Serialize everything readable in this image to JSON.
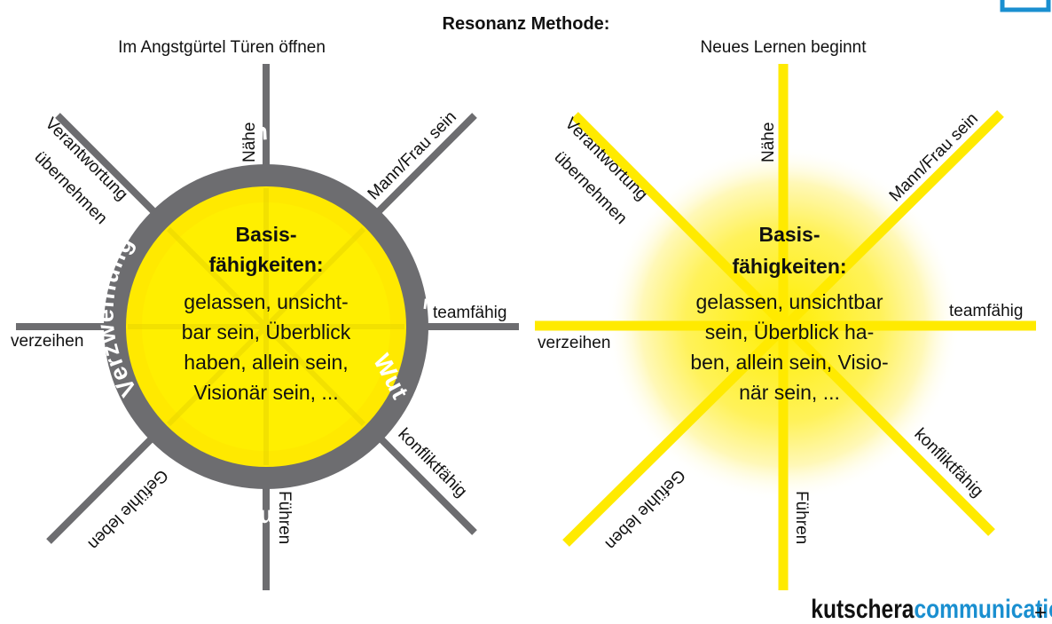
{
  "title": "Resonanz Methode:",
  "left": {
    "subtitle": "Im Angstgürtel Türen öffnen",
    "center_lines": [
      "Basis-",
      "fähigkeiten:",
      "gelassen, unsicht-",
      "bar sein, Überblick",
      "haben, allein sein,",
      "Visionär sein, ..."
    ],
    "ring_words": {
      "top": "Angst",
      "right": "Schmerz",
      "lower_right": "Wut",
      "bottom": "Ohnmacht",
      "left": "Verzweiflung"
    },
    "spokes": {
      "n": "Nähe",
      "ne": "Mann/Frau sein",
      "e": "teamfähig",
      "se": "konfliktfähig",
      "s": "Führen",
      "sw": "Gefühle leben",
      "w": "verzeihen",
      "nw1": "Verantwortung",
      "nw2": "übernehmen"
    }
  },
  "right": {
    "subtitle": "Neues Lernen beginnt",
    "center_lines": [
      "Basis-",
      "fähigkeiten:",
      "gelassen, unsichtbar",
      "sein, Überblick ha-",
      "ben, allein sein, Visio-",
      "när sein, ..."
    ],
    "spokes": {
      "n": "Nähe",
      "ne": "Mann/Frau sein",
      "e": "teamfähig",
      "se": "konfliktfähig",
      "s": "Führen",
      "sw": "Gefühle leben",
      "w": "verzeihen",
      "nw1": "Verantwortung",
      "nw2": "übernehmen"
    }
  },
  "logo": {
    "part1": "kutschera",
    "part2": "communication",
    "plus": "+"
  },
  "colors": {
    "gray": "#6d6d70",
    "yellow": "#ffea00",
    "logo_blue": "#1a8fd0"
  }
}
